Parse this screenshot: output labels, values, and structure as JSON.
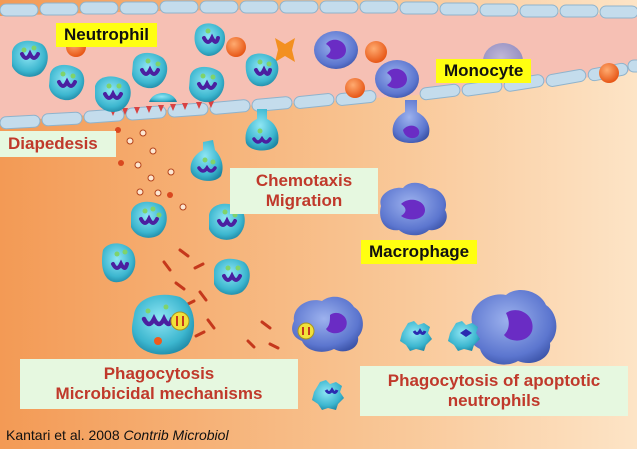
{
  "labels": {
    "neutrophil": "Neutrophil",
    "monocyte": "Monocyte",
    "diapedesis": "Diapedesis",
    "chemotaxis": "Chemotaxis",
    "migration": "Migration",
    "macrophage": "Macrophage",
    "phagocytosis": "Phagocytosis",
    "microbicidal": "Microbicidal mechanisms",
    "phago_apoptotic_1": "Phagocytosis of apoptotic",
    "phago_apoptotic_2": "neutrophils"
  },
  "citation": {
    "authors": "Kantari et al. 2008",
    "journal": "Contrib Microbiol"
  },
  "colors": {
    "label_yellow": "#ffff10",
    "label_mint": "#e6f8e0",
    "label_red_text": "#c0392b",
    "vessel_pink": "#f7c4b8",
    "vessel_wall": "#bcd6e8",
    "tissue_orange": "#f3a45e",
    "neutrophil_cyan": "#39b7cf",
    "nucleus_purple": "#4b1fa0",
    "monocyte_blue": "#5f77cf",
    "bacteria_orange": "#ef5a1c"
  }
}
